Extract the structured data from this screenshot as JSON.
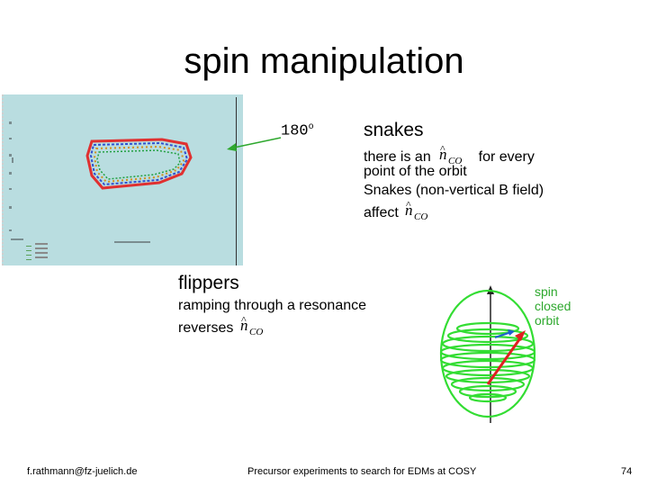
{
  "slide": {
    "title": "spin manipulation",
    "snakes": {
      "angle_label": "180",
      "angle_unit": "o",
      "heading": "snakes",
      "line1_before": "there is an",
      "line1_after": "for every",
      "line2": "point of the orbit",
      "line3": "Snakes (non-vertical B field)",
      "line4": "affect"
    },
    "flippers": {
      "heading": "flippers",
      "line1": "ramping through a resonance",
      "line2": "reverses"
    },
    "symbol": {
      "n": "n",
      "sub": "CO"
    },
    "diagram": {
      "spin_line1": "spin",
      "spin_line2": "closed",
      "spin_line3": "orbit"
    },
    "footer": {
      "email": "f.rathmann@fz-juelich.de",
      "center": "Precursor experiments to search for EDMs at COSY",
      "page": "74"
    },
    "colors": {
      "plot_bg": "#b9dde0",
      "arrow_green": "#2ea82e",
      "coil_green": "#33dd33",
      "spin_red": "#e02020",
      "spin_blue": "#2060d0"
    }
  }
}
